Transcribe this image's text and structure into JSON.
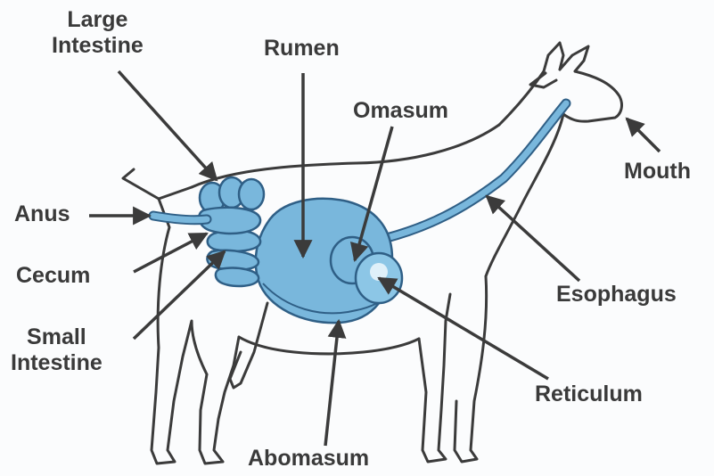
{
  "colors": {
    "organ_fill": "#79b7dc",
    "organ_stroke": "#2f5f86",
    "outline": "#3b3b3b",
    "text": "#3a3a3a",
    "background": "#fbfcfd"
  },
  "labels": {
    "large_intestine": [
      "Large",
      "Intestine"
    ],
    "rumen": "Rumen",
    "omasum": "Omasum",
    "mouth": "Mouth",
    "anus": "Anus",
    "cecum": "Cecum",
    "small_intestine": [
      "Small",
      "Intestine"
    ],
    "esophagus": "Esophagus",
    "reticulum": "Reticulum",
    "abomasum": "Abomasum"
  }
}
